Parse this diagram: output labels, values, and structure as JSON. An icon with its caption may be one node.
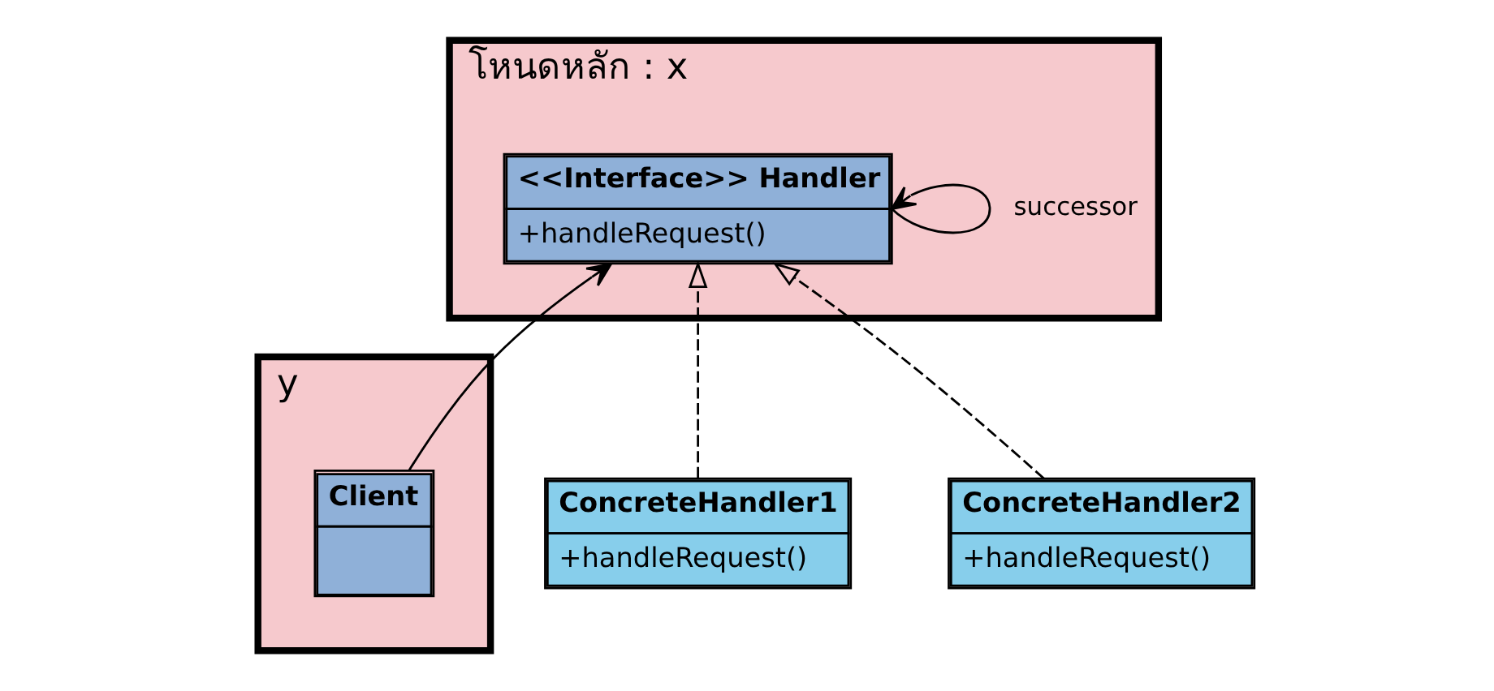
{
  "diagram": {
    "nodes": [
      {
        "text": [
          "y"
        ]
      },
      {
        "text": [
          "Client"
        ],
        "in": 0
      },
      {
        "text": [
          "โหนดหลัก : x"
        ]
      },
      {
        "text": [
          "<<Interface>> Handler",
          "+handleRequest()"
        ],
        "in": 2
      },
      {
        "text": [
          "ConcreteHandler1",
          "+handleRequest()"
        ]
      },
      {
        "text": [
          "ConcreteHandler2",
          "+handleRequest()"
        ]
      }
    ],
    "edges": [
      {
        "from": 1,
        "to": 3,
        "arrow": "to"
      },
      {
        "from": 3,
        "to": 3,
        "arrow": "to",
        "label": "successor"
      },
      {
        "from": 4,
        "to": 3,
        "arrow": "to",
        "style": "dashed"
      },
      {
        "from": 5,
        "to": 3,
        "arrow": "to",
        "style": "dashed"
      }
    ]
  }
}
